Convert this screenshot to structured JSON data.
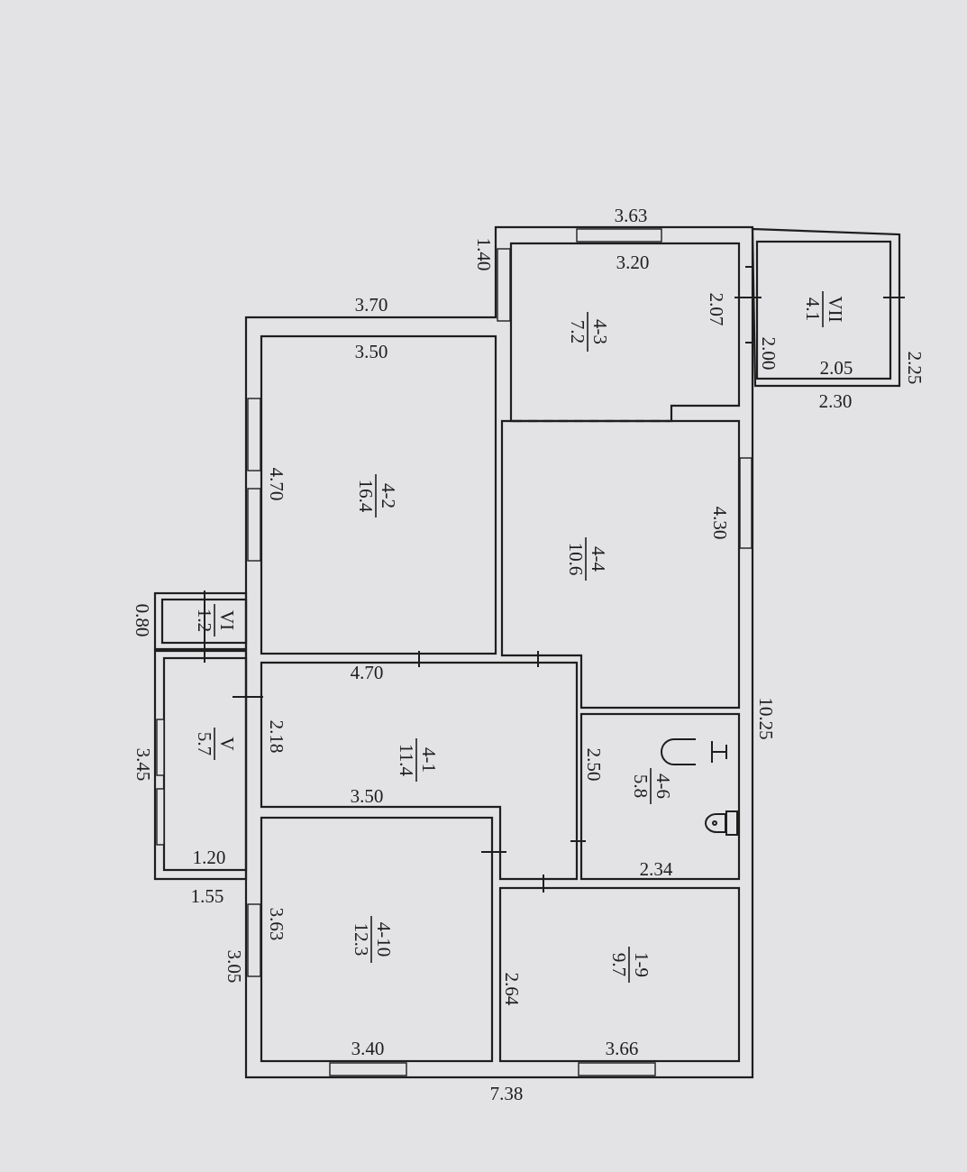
{
  "plan": {
    "rooms": [
      {
        "id": "4-3",
        "area": "7.2"
      },
      {
        "id": "VII",
        "area": "4.1"
      },
      {
        "id": "4-2",
        "area": "16.4"
      },
      {
        "id": "4-4",
        "area": "10.6"
      },
      {
        "id": "VI",
        "area": "1.2"
      },
      {
        "id": "V",
        "area": "5.7"
      },
      {
        "id": "4-1",
        "area": "11.4"
      },
      {
        "id": "4-6",
        "area": "5.8"
      },
      {
        "id": "4-10",
        "area": "12.3"
      },
      {
        "id": "1-9",
        "area": "9.7"
      }
    ],
    "dims": [
      "3.63",
      "1.40",
      "3.20",
      "3.70",
      "3.50",
      "2.07",
      "2.00",
      "2.05",
      "2.25",
      "2.30",
      "4.70",
      "4.30",
      "0.80",
      "4.70",
      "10.25",
      "2.18",
      "2.50",
      "3.45",
      "3.50",
      "1.20",
      "2.34",
      "1.55",
      "3.63",
      "3.05",
      "2.64",
      "3.40",
      "3.66",
      "7.38"
    ],
    "line_color": "#1e1e1e",
    "paper_color": "#e3e3e6"
  }
}
